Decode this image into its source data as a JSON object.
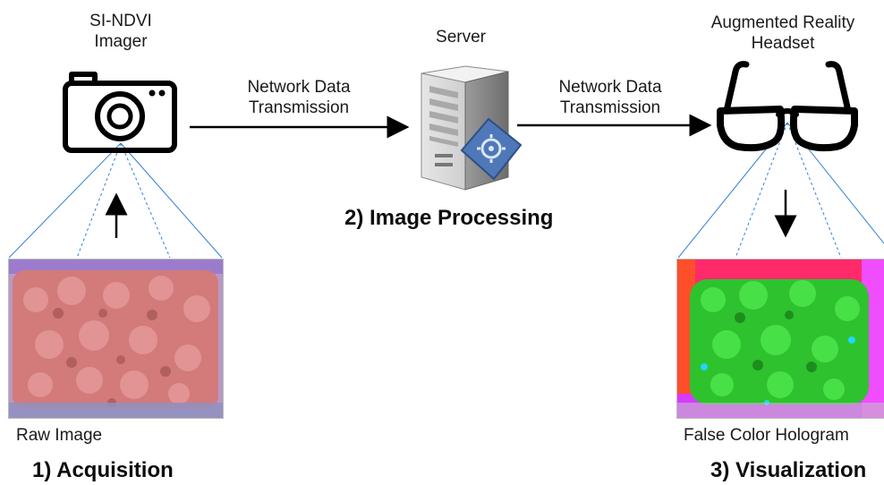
{
  "stage1": {
    "device_label": "SI-NDVI\nImager",
    "device_icon": "camera-icon",
    "image_caption": "Raw Image",
    "step_title": "1) Acquisition"
  },
  "stage2": {
    "device_label": "Server",
    "device_icon": "server-icon",
    "step_title": "2) Image Processing"
  },
  "stage3": {
    "device_label": "Augmented Reality\nHeadset",
    "device_icon": "glasses-icon",
    "image_caption": "False Color Hologram",
    "step_title": "3) Visualization"
  },
  "links": {
    "left": "Network Data\nTransmission",
    "right": "Network Data\nTransmission"
  },
  "colors": {
    "raw_image": "#d37a7a",
    "false_color_green": "#2ec22e",
    "projection_lines": "#2f7fd6"
  }
}
